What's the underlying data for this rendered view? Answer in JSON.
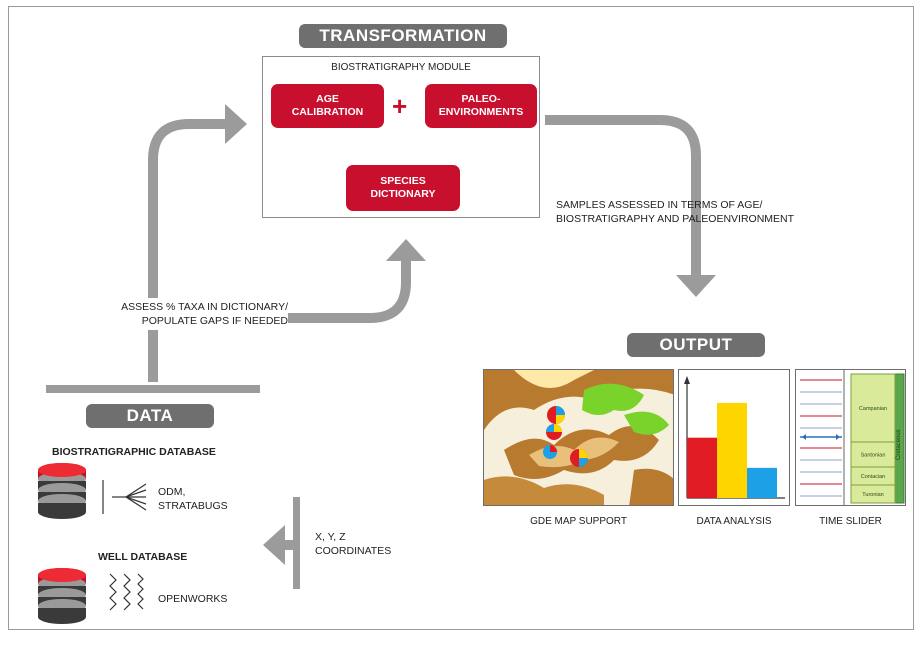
{
  "transformation": {
    "title": "TRANSFORMATION",
    "module_title": "BIOSTRATIGRAPHY MODULE",
    "age_calibration": "AGE\nCALIBRATION",
    "plus": "+",
    "paleo_environments": "PALEO-\nENVIRONMENTS",
    "species_dictionary": "SPECIES\nDICTIONARY"
  },
  "annotations": {
    "samples_assessed": "SAMPLES ASSESSED IN TERMS OF AGE/\nBIOSTRATIGRAPHY AND PALEOENVIRONMENT",
    "assess_taxa": "ASSESS % TAXA IN DICTIONARY/\nPOPULATE GAPS IF NEEDED",
    "xyz": "X, Y, Z\nCOORDINATES"
  },
  "data": {
    "title": "DATA",
    "bio_db": "BIOSTRATIGRAPHIC DATABASE",
    "bio_items": "ODM,\nSTRATABUGS",
    "well_db": "WELL DATABASE",
    "well_items": "OPENWORKS"
  },
  "output": {
    "title": "OUTPUT",
    "captions": [
      "GDE MAP SUPPORT",
      "DATA ANALYSIS",
      "TIME SLIDER"
    ],
    "bars": [
      {
        "value": 0.52,
        "color": "#e01b24"
      },
      {
        "value": 0.82,
        "color": "#ffd500"
      },
      {
        "value": 0.26,
        "color": "#1ea0e6"
      }
    ],
    "time_slider_stages": [
      "Campanian",
      "Santonian",
      "Coniacian",
      "Turonian"
    ],
    "time_slider_period": "Cretaceous"
  },
  "colors": {
    "red": "#c8102e",
    "gray_arrow": "#9b9b9b",
    "pill": "#6f6f6f"
  }
}
